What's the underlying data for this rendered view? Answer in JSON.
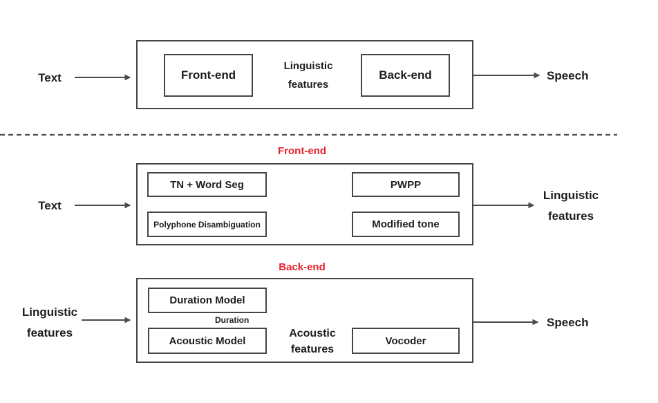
{
  "diagram_title": "Text-to-speech pipeline diagram",
  "colors": {
    "accent_red": "#e8202c",
    "line_gray": "#4a4a4a",
    "border_gray": "#454545",
    "text_dark": "#1d1d1f",
    "background": "#ffffff"
  },
  "overview": {
    "input": "Text",
    "frontend": "Front-end",
    "arrow_label": [
      "Linguistic",
      "features"
    ],
    "backend": "Back-end",
    "output": "Speech"
  },
  "frontend_detail": {
    "title": "Front-end",
    "input": "Text",
    "tn_word_seg": "TN + Word Seg",
    "pwpp": "PWPP",
    "polyphone": "Polyphone Disambiguation",
    "modified_tone": "Modified tone",
    "output": [
      "Linguistic",
      "features"
    ]
  },
  "backend_detail": {
    "title": "Back-end",
    "input": [
      "Linguistic",
      "features"
    ],
    "duration_model": "Duration Model",
    "duration_arrow_label": "Duration",
    "acoustic_model": "Acoustic Model",
    "acoustic_arrow_label": [
      "Acoustic",
      "features"
    ],
    "vocoder": "Vocoder",
    "output": "Speech"
  }
}
